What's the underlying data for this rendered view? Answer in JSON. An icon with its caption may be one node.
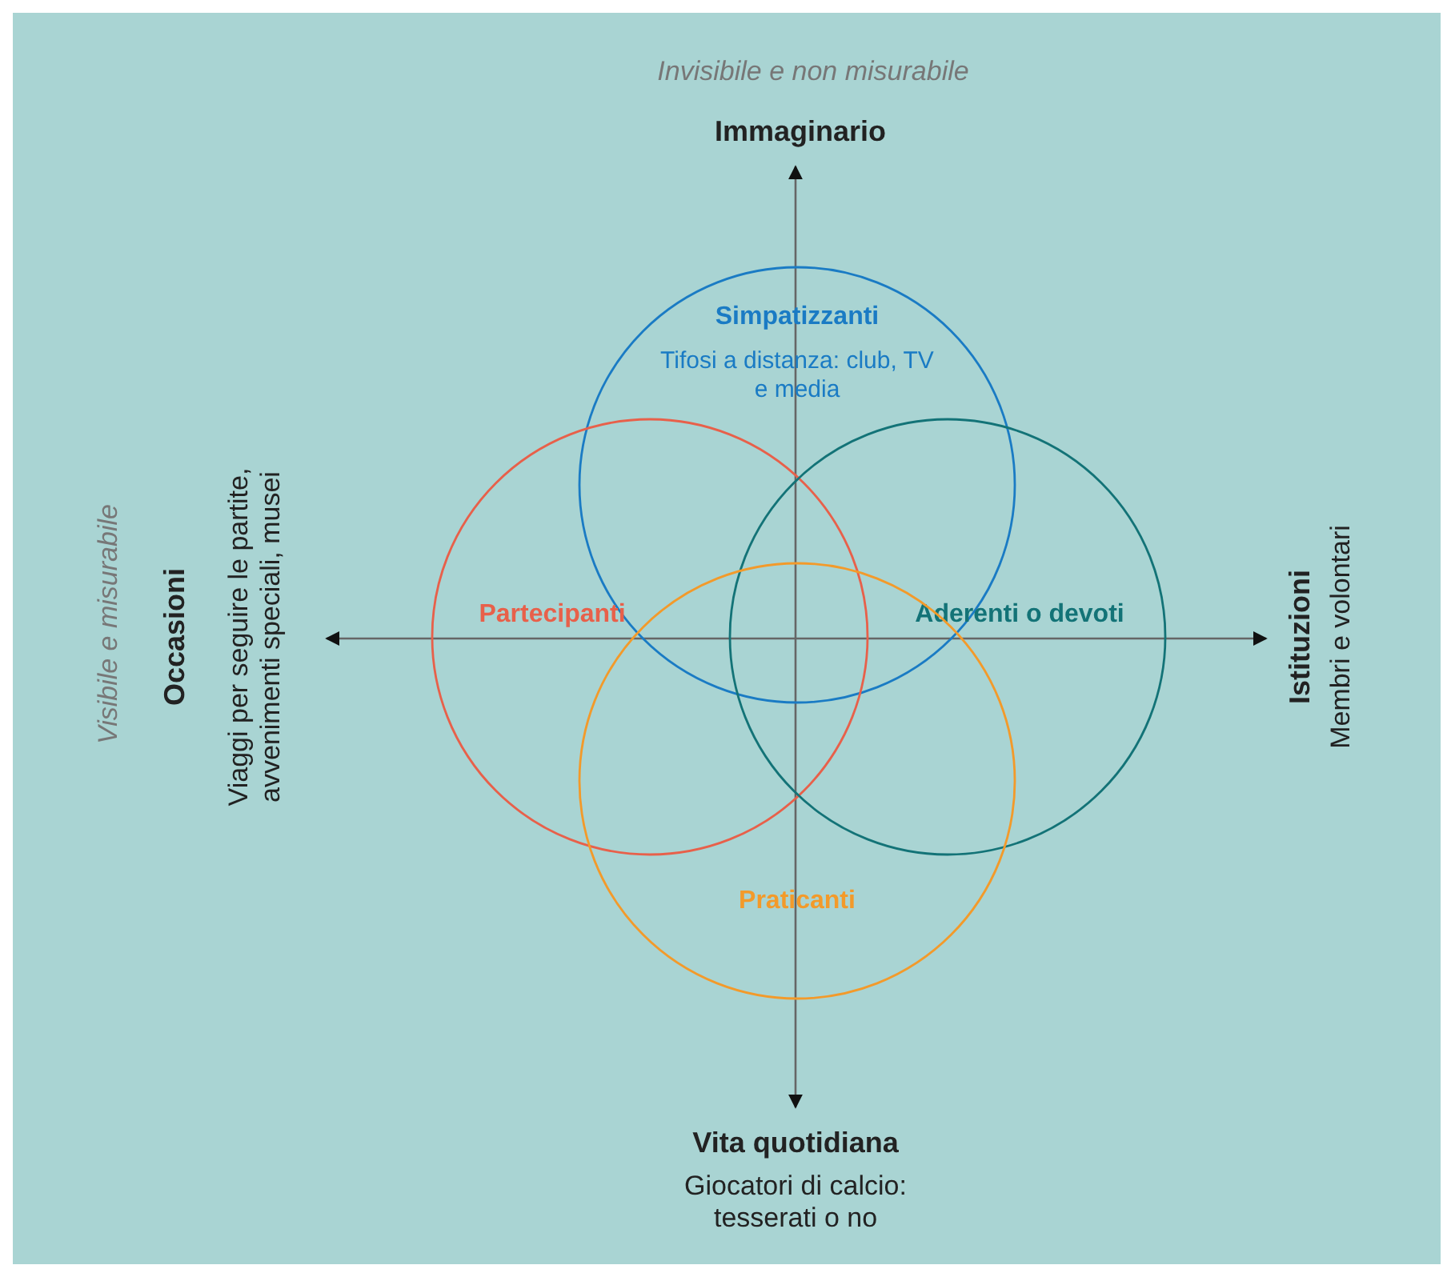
{
  "diagram": {
    "nodes": [
      {
        "text": [
          "Simpatizzanti",
          "Tifosi a distanza: club, TV e media"
        ]
      },
      {
        "text": [
          "Partecipanti"
        ]
      },
      {
        "text": [
          "Aderenti o devoti"
        ]
      },
      {
        "text": [
          "Praticanti"
        ]
      }
    ],
    "labels": [
      "Invisibile e non misurabile",
      "Immaginario",
      "Visibile e misurabile",
      "Occasioni",
      "Viaggi per seguire le partite, avvenimenti speciali, musei",
      "Istituzioni",
      "Membri e volontari",
      "Vita quotidiana",
      "Giocatori di calcio: tesserati o no"
    ]
  }
}
